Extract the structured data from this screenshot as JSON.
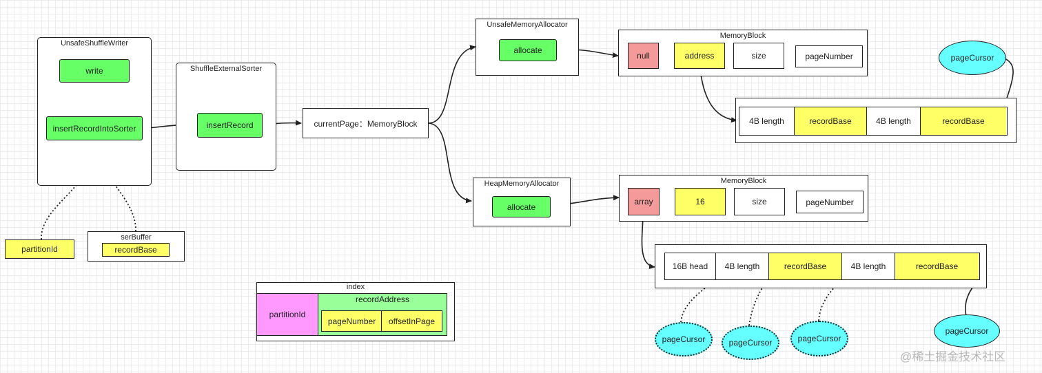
{
  "writer": {
    "title": "UnsafeShuffleWriter",
    "write": "write",
    "insert": "insertRecordIntoSorter"
  },
  "sorter": {
    "title": "ShuffleExternalSorter",
    "insert": "insertRecord"
  },
  "current_page": "currentPage：MemoryBlock",
  "unsafe_alloc": {
    "title": "UnsafeMemoryAllocator",
    "allocate": "allocate"
  },
  "heap_alloc": {
    "title": "HeapMemoryAllocator",
    "allocate": "allocate"
  },
  "mem_top": {
    "title": "MemoryBlock",
    "cells": [
      "null",
      "address",
      "size",
      "pageNumber"
    ]
  },
  "mem_bottom": {
    "title": "MemoryBlock",
    "cells": [
      "array",
      "16",
      "size",
      "pageNumber"
    ]
  },
  "page_top": {
    "cells": [
      "4B length",
      "recordBase",
      "4B length",
      "recordBase"
    ]
  },
  "page_bottom": {
    "cells": [
      "16B head",
      "4B length",
      "recordBase",
      "4B length",
      "recordBase"
    ]
  },
  "partition_id": "partitionId",
  "ser_buffer": {
    "title": "serBuffer",
    "record_base": "recordBase"
  },
  "index": {
    "title": "index",
    "partition_id": "partitionId",
    "record_address": "recordAddress",
    "page_number": "pageNumber",
    "offset": "offsetInPage"
  },
  "cursors": {
    "top": "pageCursor",
    "c1": "pageCursor",
    "c2": "pageCursor",
    "c3": "pageCursor",
    "c4": "pageCursor"
  },
  "watermark": "@稀土掘金技术社区",
  "colors": {
    "green": "#66ff66",
    "yellow": "#ffff66",
    "red": "#f59a9a",
    "cyan": "#66ffff",
    "magenta": "#ff99ff",
    "light_green": "#99ff99"
  }
}
